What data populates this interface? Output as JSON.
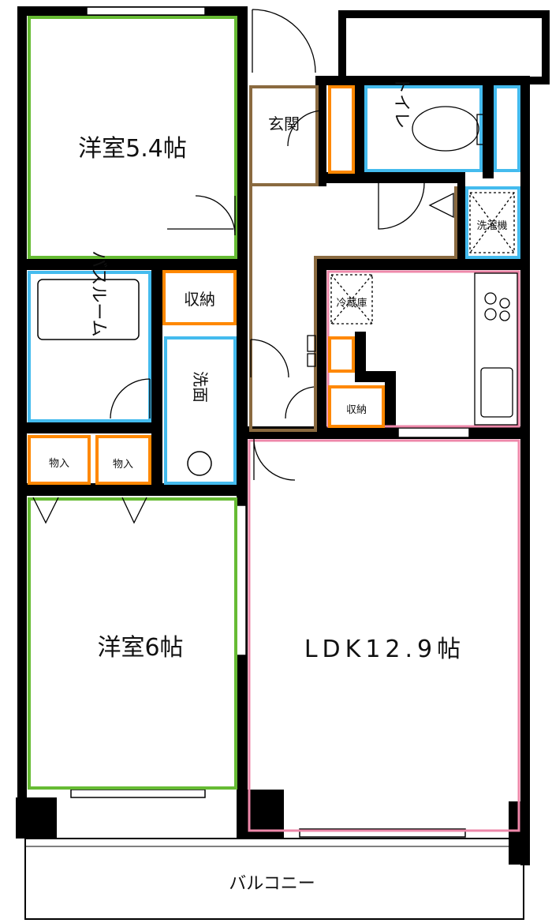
{
  "rooms": {
    "western_room_1": "洋室5.4帖",
    "entrance": "玄関",
    "toilet": "トイレ",
    "washing_machine": "洗濯機",
    "refrigerator": "冷蔵庫",
    "storage_kitchen": "収納",
    "storage_hall": "収納",
    "bathroom": "バスルーム",
    "washroom": "洗面",
    "closet_1": "物入",
    "closet_2": "物入",
    "western_room_2": "洋室6帖",
    "ldk": "LDK12.9帖",
    "balcony": "バルコニー"
  },
  "colors": {
    "wall": "#000000",
    "western": "#66bb33",
    "wet": "#44bbee",
    "storage": "#ff8800",
    "ldk": "#ee88aa",
    "hall": "#8a6a40"
  }
}
